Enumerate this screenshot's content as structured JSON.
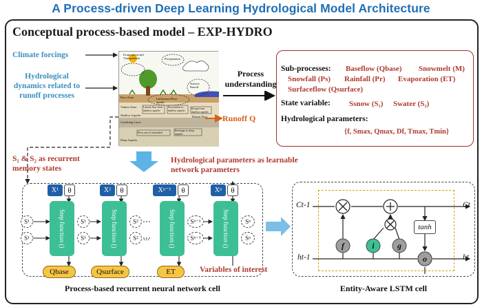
{
  "title": "A Process-driven Deep Learning Hydrological Model Architecture",
  "subtitle": "Conceptual process-based model  –  EXP-HYDRO",
  "left_labels": {
    "climate_forcings": "Climate forcings",
    "dynamics": "Hydrological dynamics related to runoff processes"
  },
  "illustration": {
    "evaporation_transpiration": "Evaporation and Transpiration",
    "precipitation": "Precipitation",
    "root_zone": "Root Zone",
    "vadose_zone": "Vadose Zone",
    "shallow_aquifer": "Shallow Aquifer",
    "confining_layer": "Confining Layer",
    "deep_aquifer": "Deep Aquifer",
    "infiltration": "Infiltration/Plant uptake",
    "return_flow": "Return Flow",
    "lateral_flow": "Lateral flow from shallow aquifer",
    "percolation": "Percolation to shallow aquifer",
    "revap": "Revap from shallow aquifer",
    "recharge_deep": "Recharge to deep aquifer",
    "flow_out": "Flow out of watershed",
    "surface_runoff": "Surface Runoff",
    "runoff": "Runoff Q"
  },
  "arrow_label": "Process understanding",
  "red_box": {
    "subprocesses_label": "Sub-processes:",
    "subprocesses": [
      "Baseflow (Qbase)",
      "Snowmelt (M)",
      "Snowfall (Ps)",
      "Rainfall (Pr)",
      "Evaporation (ET)",
      "Surfaceflow (Qsurface)"
    ],
    "state_label": "State variable:",
    "state_vars": [
      "Ssnow (S₁)",
      "Swater (S₂)"
    ],
    "params_label": "Hydrological parameters:",
    "params": "{f, Smax, Qmax, Df, Tmax, Tmin}"
  },
  "annotations": {
    "memory_states": "S₁ & S₂ as recurrent memory states",
    "learnable": "Hydrological parameters as learnable network parameters",
    "variables_of_interest": "Variables of interest"
  },
  "prnn": {
    "inputs": [
      "X¹",
      "X²",
      "Xⁿ⁻¹",
      "Xⁿ"
    ],
    "theta": "θ",
    "step_function": "Step function ()",
    "outputs": [
      "Qbase",
      "Qsurface",
      "ET",
      "..."
    ],
    "state_labels": [
      "S¹",
      "S²",
      "Sⁿ⁻¹",
      "Sⁿ"
    ],
    "caption": "Process-based recurrent neural network cell",
    "dots": "..."
  },
  "lstm": {
    "c_in": "Ct-1",
    "c_out": "Ct",
    "h_in": "ht-1",
    "h_out": "ht",
    "tanh": "tanh",
    "gates": [
      "f",
      "i",
      "g",
      "o"
    ],
    "caption": "Entity-Aware LSTM cell"
  },
  "colors": {
    "title_blue": "#1f6fb6",
    "label_blue": "#3a8fc0",
    "label_red": "#b03a2e",
    "cell_green": "#3dbf96",
    "chip_yellow": "#f7c544",
    "input_blue": "#1f5fa8",
    "lstm_yellow": "#d4a017"
  }
}
